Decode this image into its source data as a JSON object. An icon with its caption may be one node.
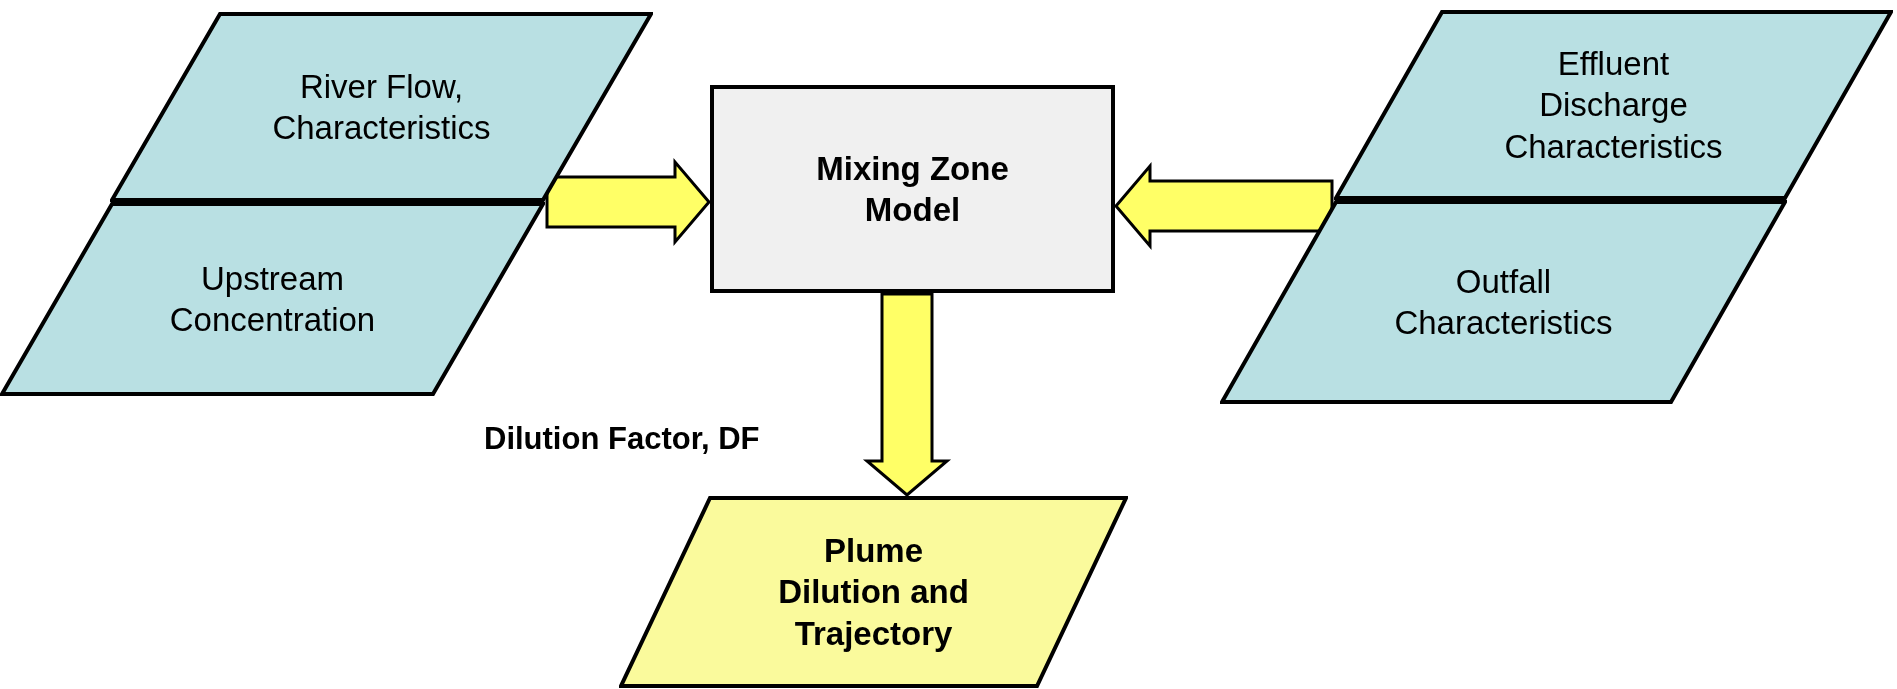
{
  "diagram": {
    "nodes": [
      {
        "text": [
          "River Flow, Characteristics"
        ]
      },
      {
        "text": [
          "Upstream Concentration"
        ]
      },
      {
        "text": [
          "Mixing Zone Model"
        ]
      },
      {
        "text": [
          "Effluent Discharge Characteristics"
        ]
      },
      {
        "text": [
          "Outfall Characteristics"
        ]
      },
      {
        "text": [
          "Plume Dilution and Trajectory"
        ]
      }
    ],
    "edges": [
      {
        "from": 0,
        "to": 2,
        "arrow": "to"
      },
      {
        "from": 3,
        "to": 2,
        "arrow": "to"
      },
      {
        "from": 2,
        "to": 5,
        "arrow": "to",
        "label": "Dilution Factor, DF"
      }
    ]
  }
}
